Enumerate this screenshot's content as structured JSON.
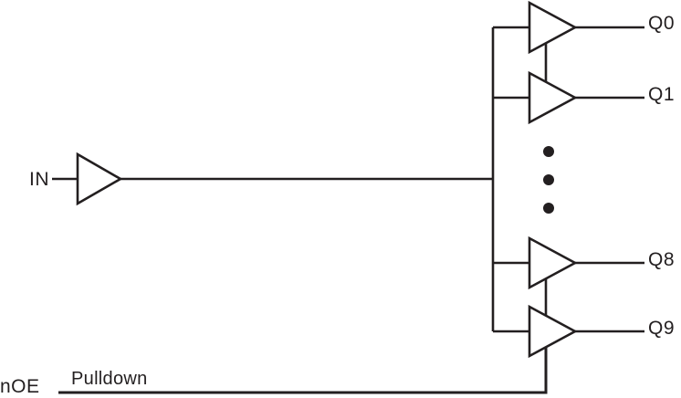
{
  "diagram": {
    "colors": {
      "line": "#231f20",
      "background": "#ffffff"
    },
    "input": {
      "label": "IN"
    },
    "enable": {
      "label": "nOE",
      "annotation": "Pulldown"
    },
    "outputs": [
      {
        "label": "Q0"
      },
      {
        "label": "Q1"
      },
      {
        "label": "Q8"
      },
      {
        "label": "Q9"
      }
    ]
  }
}
